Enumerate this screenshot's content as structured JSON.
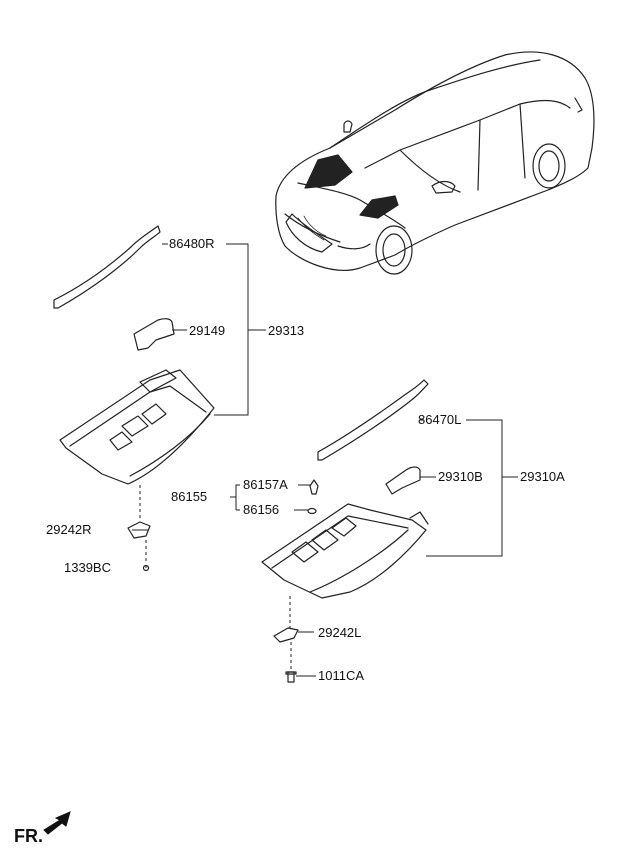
{
  "labels": {
    "p86480R": "86480R",
    "p29149": "29149",
    "p29313": "29313",
    "p29242R": "29242R",
    "p1339BC": "1339BC",
    "p86155": "86155",
    "p86157A": "86157A",
    "p86156": "86156",
    "p86470L": "86470L",
    "p29310B": "29310B",
    "p29310A": "29310A",
    "p29242L": "29242L",
    "p1011CA": "1011CA"
  },
  "direction": {
    "label": "FR.",
    "icon": "arrow-front-icon"
  }
}
